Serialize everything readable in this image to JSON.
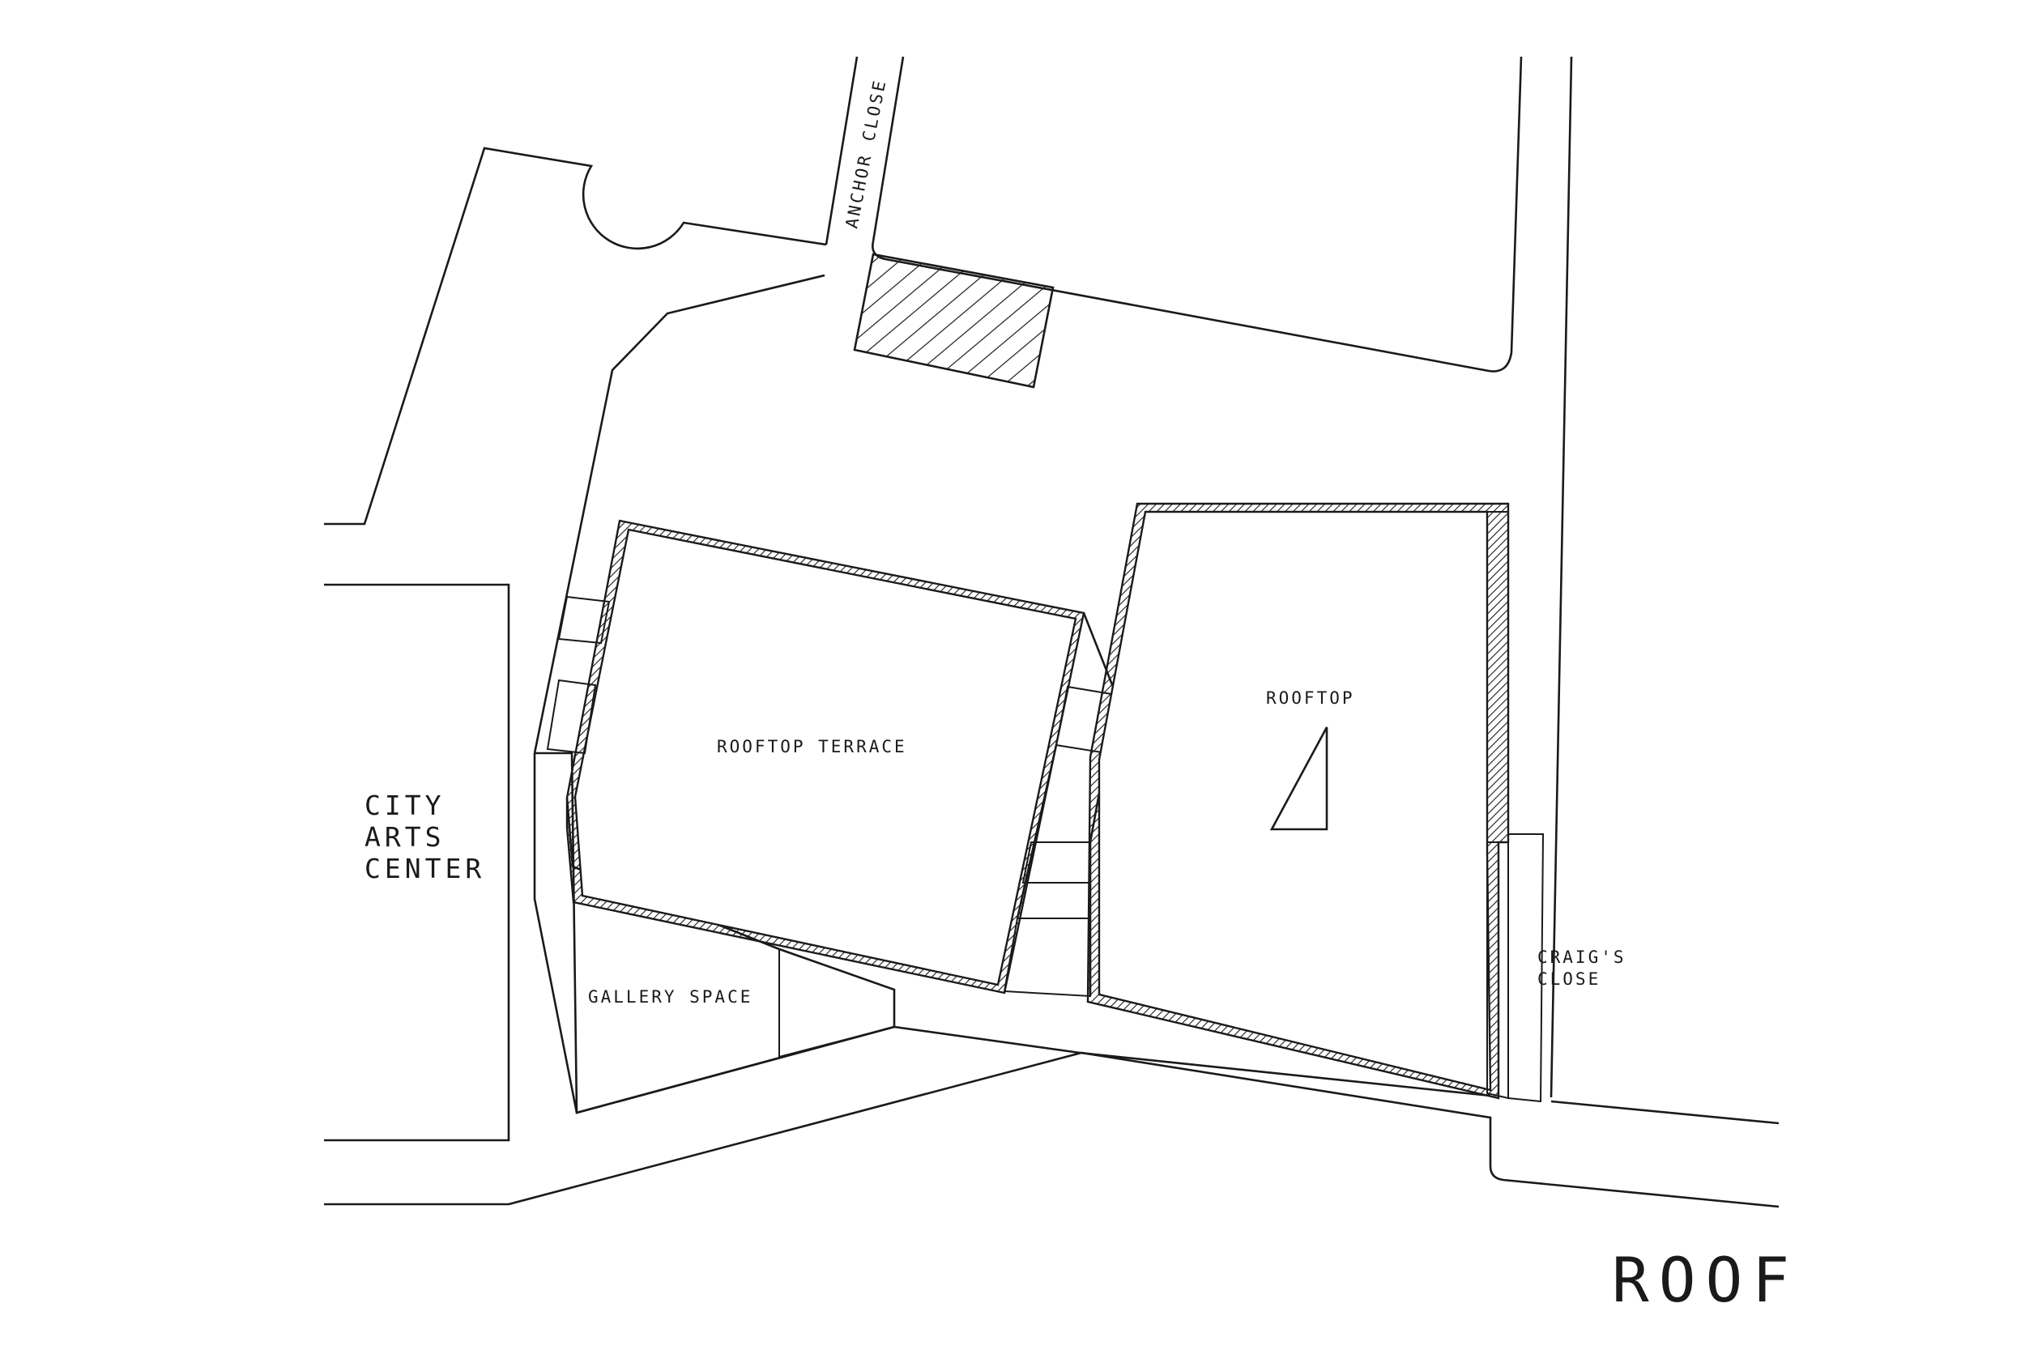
{
  "drawing": {
    "title": "ROOF"
  },
  "labels": {
    "anchor_close": "ANCHOR CLOSE",
    "city_arts_center": [
      "CITY",
      "ARTS",
      "CENTER"
    ],
    "rooftop_terrace": "ROOFTOP TERRACE",
    "rooftop": "ROOFTOP",
    "gallery_space": "GALLERY SPACE",
    "craigs_close": [
      "CRAIG'S",
      "CLOSE"
    ]
  },
  "colors": {
    "line": "#1a1a1a",
    "background": "#ffffff"
  }
}
